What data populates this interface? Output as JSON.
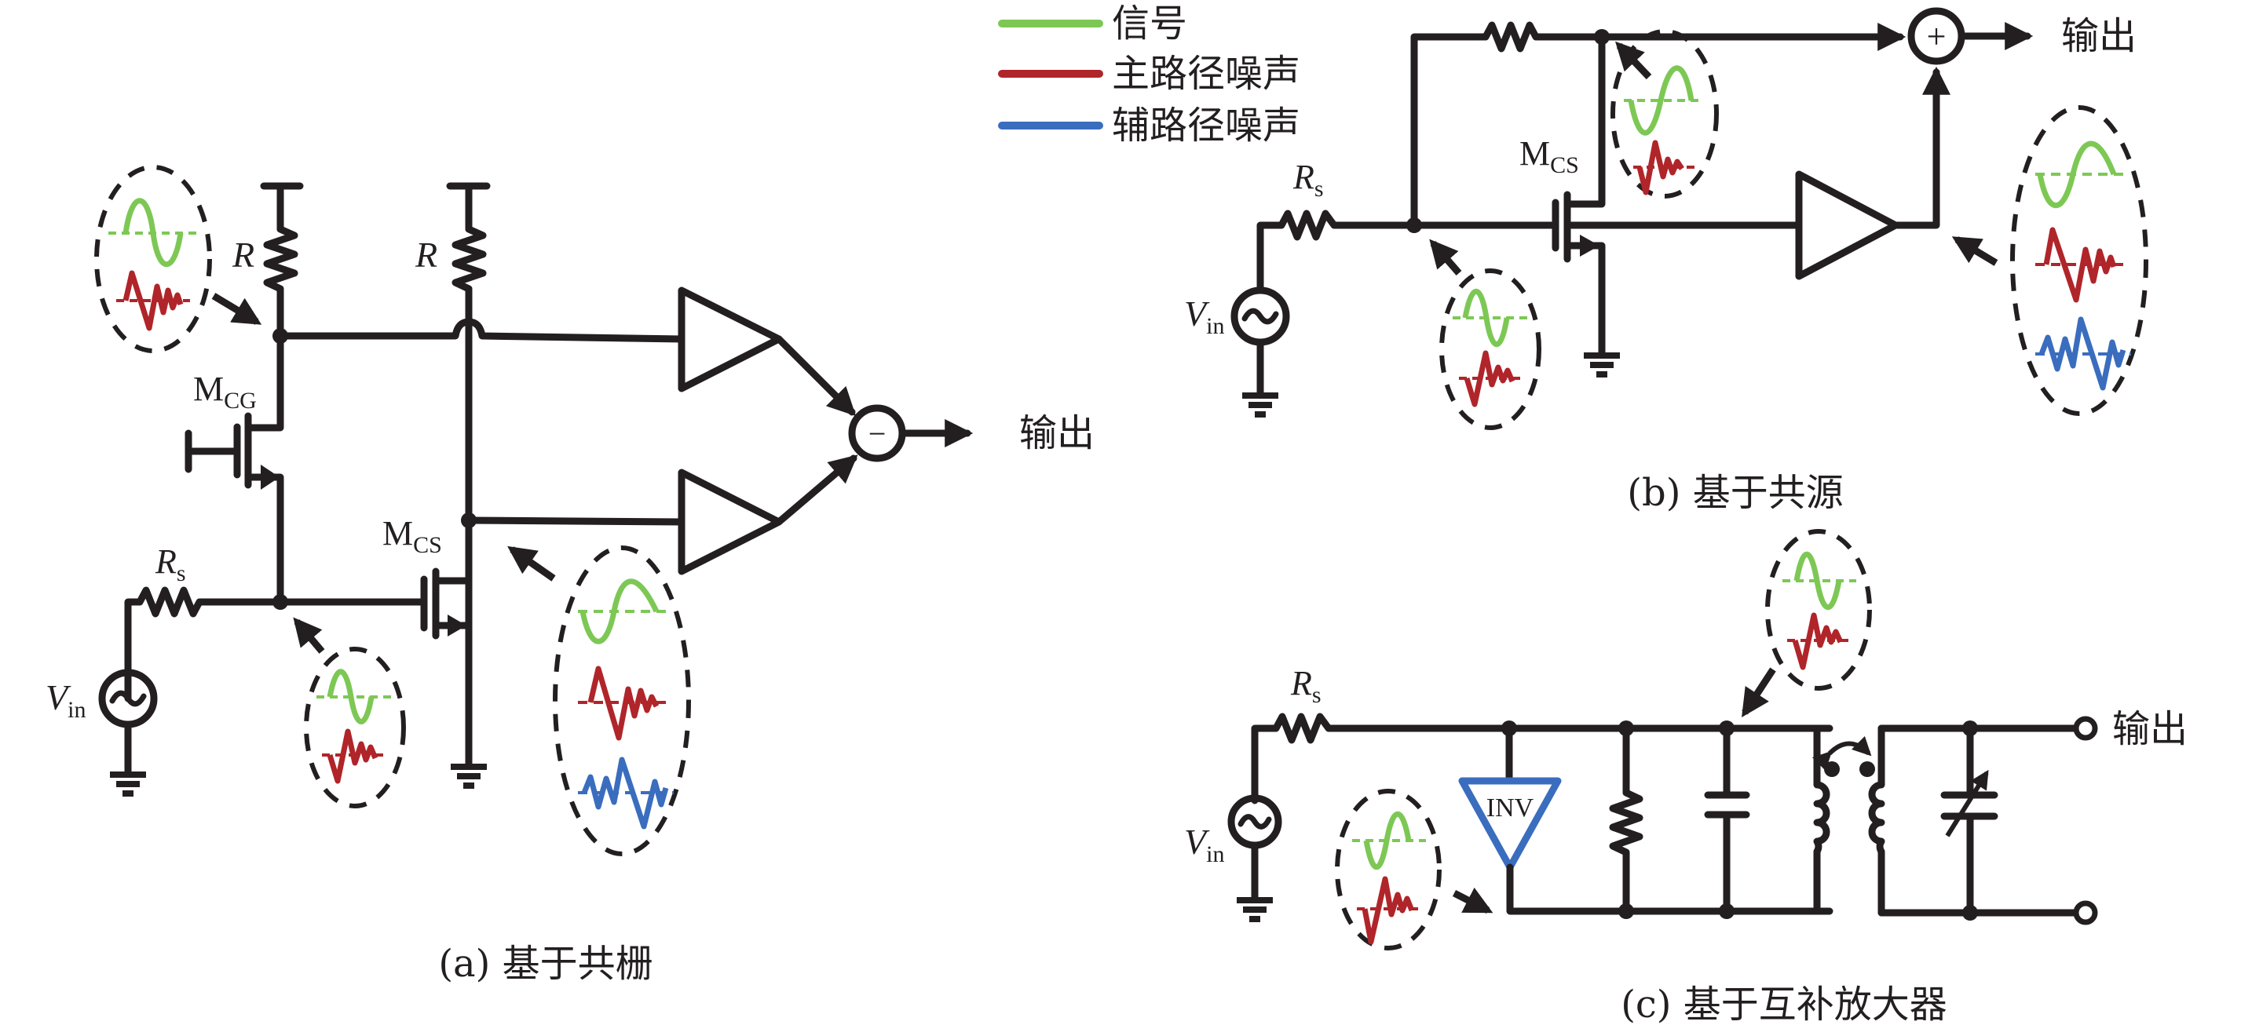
{
  "legend": {
    "items": [
      {
        "label": "信号",
        "color": "#7DC855"
      },
      {
        "label": "主路径噪声",
        "color": "#B0252A"
      },
      {
        "label": "辅路径噪声",
        "color": "#3A6DBE"
      }
    ]
  },
  "colors": {
    "wire": "#231f20",
    "signal": "#7DC855",
    "main_noise": "#B0252A",
    "aux_noise": "#3A6DBE",
    "inverter": "#3A6DBE"
  },
  "panel_a": {
    "caption": "(a) 基于共栅",
    "labels": {
      "r_left": "R",
      "r_right": "R",
      "m_cg": "M",
      "m_cg_sub": "CG",
      "m_cs": "M",
      "m_cs_sub": "CS",
      "rs": "R",
      "rs_sub": "s",
      "vin": "V",
      "vin_sub": "in",
      "subtractor_sign": "−",
      "output": "输出"
    }
  },
  "panel_b": {
    "caption": "(b) 基于共源",
    "labels": {
      "m_cs": "M",
      "m_cs_sub": "CS",
      "rs": "R",
      "rs_sub": "s",
      "vin": "V",
      "vin_sub": "in",
      "adder_sign": "+",
      "output": "输出"
    }
  },
  "panel_c": {
    "caption": "(c) 基于互补放大器",
    "labels": {
      "rs": "R",
      "rs_sub": "s",
      "vin": "V",
      "vin_sub": "in",
      "inverter": "INV",
      "output": "输出"
    }
  }
}
